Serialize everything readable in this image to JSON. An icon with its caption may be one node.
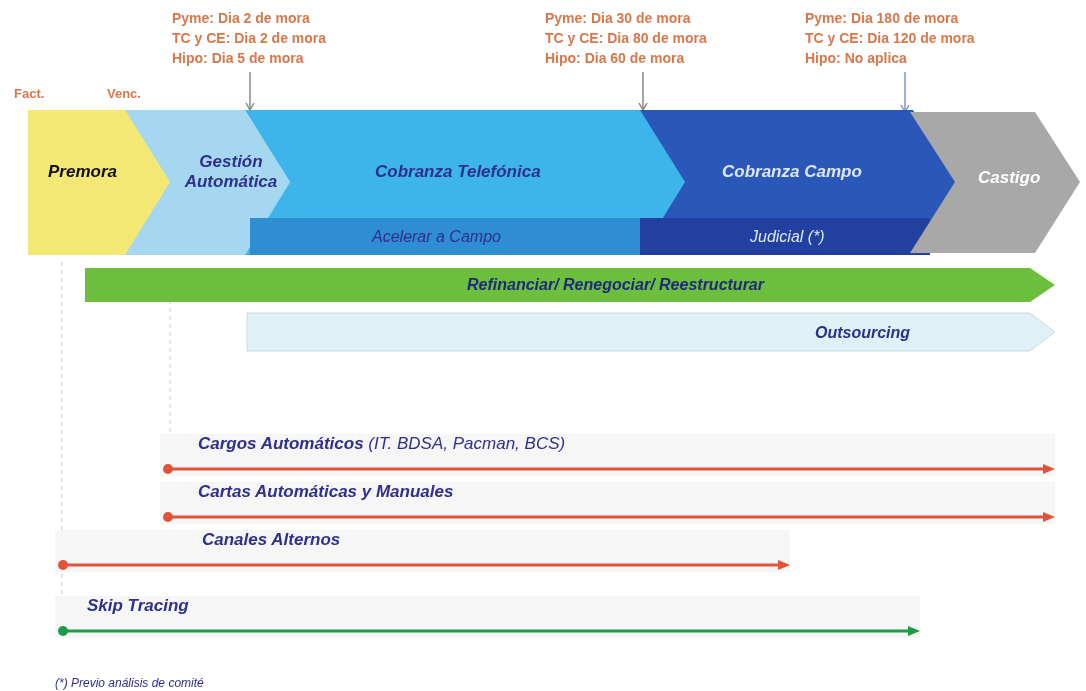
{
  "diagram": {
    "nodes": [
      {
        "text": [
          "Pyme: Dia 2 de mora",
          "TC y CE: Dia 2 de mora",
          "Hipo: Dia 5 de mora"
        ]
      },
      {
        "text": [
          "Pyme: Dia 30 de mora",
          "TC y CE: Dia 80 de mora",
          "Hipo: Dia 60 de mora"
        ]
      },
      {
        "text": [
          "Pyme: Dia 180 de mora",
          "TC y CE: Dia 120 de mora",
          "Hipo: No aplica"
        ]
      },
      {
        "text": [
          "Premora"
        ]
      },
      {
        "text": [
          "Gestión Automática"
        ]
      },
      {
        "text": [
          "Cobranza Telefónica"
        ]
      },
      {
        "text": [
          "Acelerar a Campo"
        ],
        "in": 5
      },
      {
        "text": [
          "Cobranza Campo"
        ]
      },
      {
        "text": [
          "Judicial (*)"
        ],
        "in": 7
      },
      {
        "text": [
          "Castigo"
        ]
      },
      {
        "text": [
          "Refinanciar/ Renegociar/ Reestructurar"
        ]
      },
      {
        "text": [
          "Outsourcing"
        ]
      },
      {
        "text": [
          "**Cargos Automáticos** (IT. BDSA, Pacman, BCS)"
        ]
      },
      {
        "text": [
          "Cartas Automáticas y Manuales"
        ]
      },
      {
        "text": [
          "Canales Alternos"
        ]
      },
      {
        "text": [
          "Skip Tracing"
        ]
      }
    ],
    "edges": [
      {
        "from": 0,
        "to": 5,
        "arrow": "to"
      },
      {
        "from": 1,
        "to": 7,
        "arrow": "to"
      },
      {
        "from": 2,
        "to": 9,
        "arrow": "to",
        "color": "#7f93d6"
      }
    ],
    "labels": [
      "Fact.",
      "Venc.",
      "(*) Previo análisis de comité"
    ]
  }
}
